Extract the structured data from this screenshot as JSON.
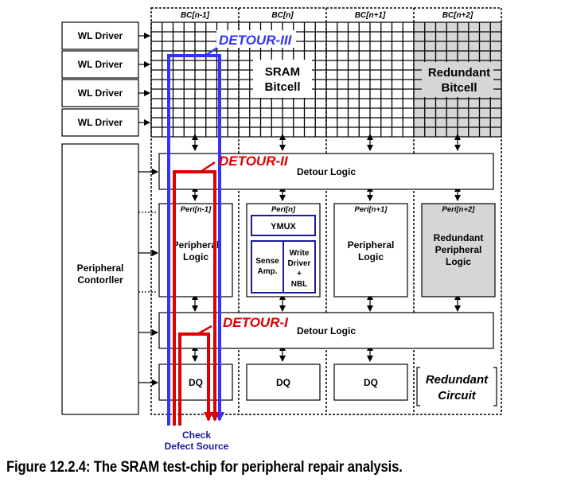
{
  "colors": {
    "detour_iii": "#3333ff",
    "detour_ii": "#dd0000",
    "detour_i": "#dd0000",
    "check": "#1a1a99",
    "redundant_fill": "#d6d6d6"
  },
  "columns": [
    "BC[n-1]",
    "BC[n]",
    "BC[n+1]",
    "BC[n+2]"
  ],
  "wl_drivers": [
    "WL Driver",
    "WL Driver",
    "WL Driver",
    "WL Driver"
  ],
  "peripheral_controller": [
    "Peripheral",
    "Contorller"
  ],
  "sram_bitcell": [
    "SRAM",
    "Bitcell"
  ],
  "redundant_bitcell": [
    "Redundant",
    "Bitcell"
  ],
  "detours": {
    "iii": "DETOUR-III",
    "ii": "DETOUR-II",
    "i": "DETOUR-I"
  },
  "detour_logic": "Detour Logic",
  "peri_labels": [
    "Peri[n-1]",
    "Peri[n]",
    "Peri[n+1]",
    "Peri[n+2]"
  ],
  "peri_n1_text": [
    "Peripheral",
    "Logic"
  ],
  "ymux": "YMUX",
  "sense_amp": [
    "Sense",
    "Amp."
  ],
  "write_driver": [
    "Write",
    "Driver",
    "+",
    "NBL"
  ],
  "peripheral_logic": [
    "Peripheral",
    "Logic"
  ],
  "redundant_peripheral": [
    "Redundant",
    "Peripheral",
    "Logic"
  ],
  "dq": "DQ",
  "redundant_circuit": [
    "Redundant",
    "Circuit"
  ],
  "check": [
    "Check",
    "Defect Source"
  ],
  "caption": "Figure 12.2.4: The SRAM test-chip for peripheral repair analysis."
}
